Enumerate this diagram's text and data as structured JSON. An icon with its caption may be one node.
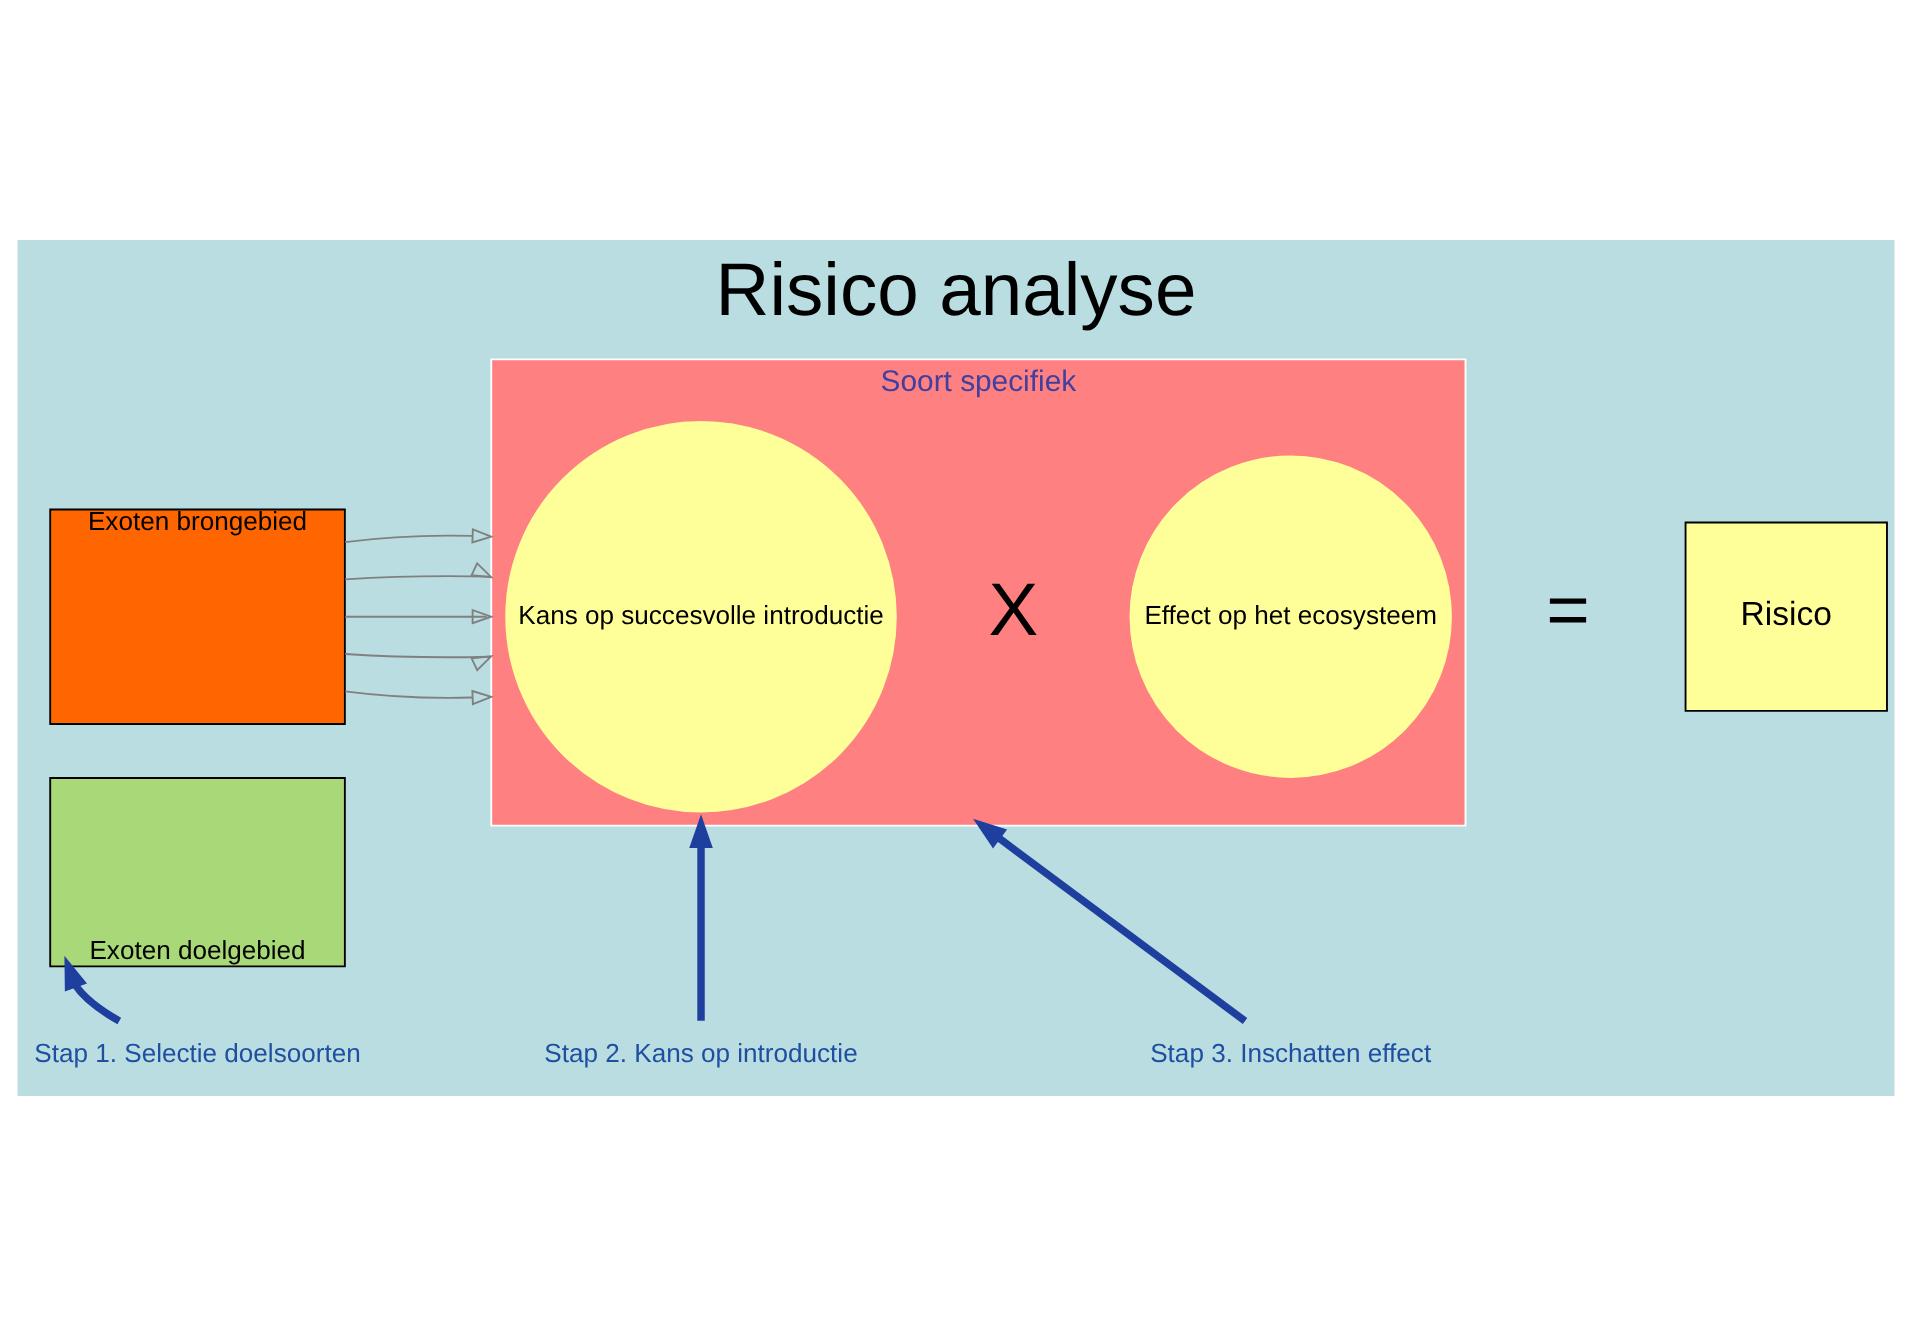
{
  "diagram": {
    "title": "Risico analyse",
    "nodes": [
      {
        "text": [
          "Exoten brongebied"
        ]
      },
      {
        "text": [
          "Exoten doelgebied"
        ]
      },
      {
        "text": [
          "Soort specifiek"
        ]
      },
      {
        "text": [
          "Kans op succesvolle introductie"
        ],
        "in": 2
      },
      {
        "text": [
          "Effect op het ecosysteem"
        ],
        "in": 2
      },
      {
        "text": [
          "Risico"
        ]
      },
      {
        "text": [
          "Stap 1. Selectie doelsoorten"
        ]
      },
      {
        "text": [
          "Stap 2. Kans op introductie"
        ]
      },
      {
        "text": [
          "Stap 3. Inschatten effect"
        ]
      }
    ],
    "edges": [
      {
        "from": 0,
        "to": 2,
        "arrow": "to",
        "color": "#808080"
      },
      {
        "from": 0,
        "to": 2,
        "arrow": "to",
        "color": "#808080"
      },
      {
        "from": 0,
        "to": 2,
        "arrow": "to",
        "color": "#808080"
      },
      {
        "from": 0,
        "to": 2,
        "arrow": "to",
        "color": "#808080"
      },
      {
        "from": 0,
        "to": 2,
        "arrow": "to",
        "color": "#808080"
      },
      {
        "from": 6,
        "to": 1,
        "arrow": "to",
        "style": "thick",
        "color": "#1f3f9f"
      },
      {
        "from": 7,
        "to": 2,
        "arrow": "to",
        "style": "thick",
        "color": "#1f3f9f"
      },
      {
        "from": 8,
        "to": 2,
        "arrow": "to",
        "style": "thick",
        "color": "#1f3f9f"
      }
    ],
    "labels": [
      "X",
      "="
    ]
  }
}
